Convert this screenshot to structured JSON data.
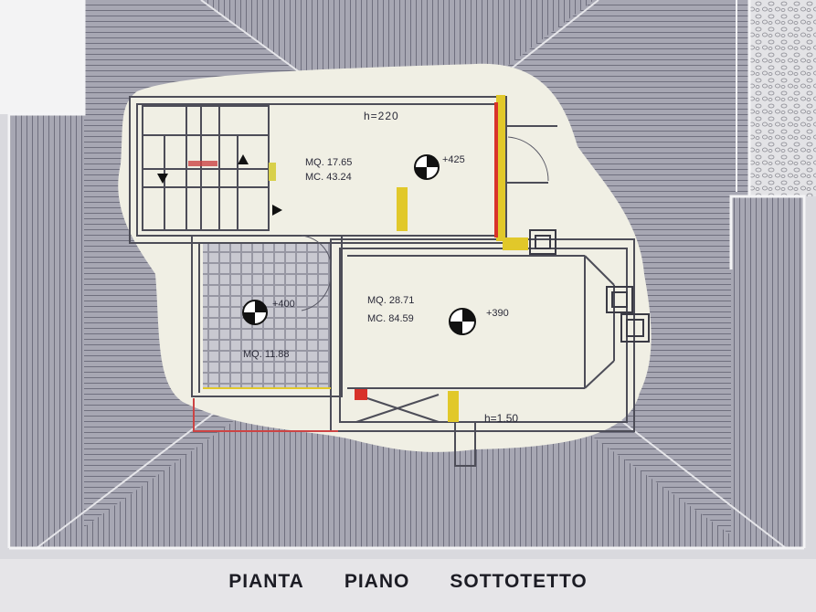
{
  "title": {
    "word1": "PIANTA",
    "word2": "PIANO",
    "word3": "SOTTOTETTO"
  },
  "room1": {
    "area": "MQ. 17.65",
    "volume": "MC. 43.24",
    "level": "+425"
  },
  "room2": {
    "area": "MQ. 28.71",
    "volume": "MC. 84.59",
    "level": "+390"
  },
  "room3": {
    "area": "MQ. 11.88",
    "level": "+400"
  },
  "heights": {
    "top": "h=220",
    "bottom": "h=1.50"
  },
  "colors": {
    "paper": "#e6e5e8",
    "roof_hatch": "#8c8c99",
    "floor_fill": "#e8e6d8",
    "wall": "#4a4a55",
    "yellow_mark": "#d6c21a",
    "red_mark": "#d8322a"
  }
}
